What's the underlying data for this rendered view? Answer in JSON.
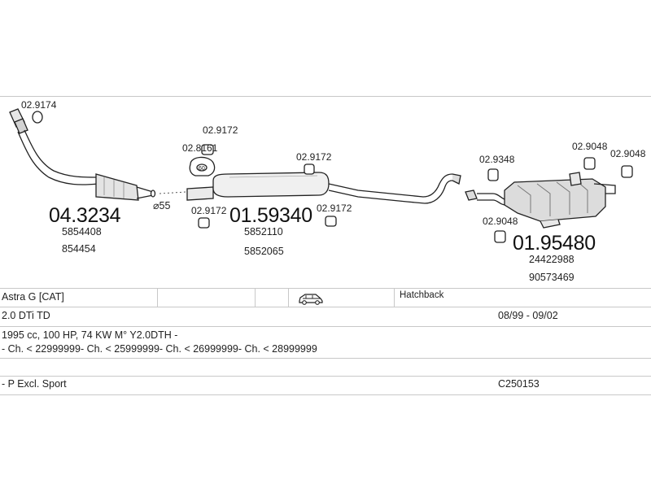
{
  "parts": {
    "clamp_top_left": "02.9174",
    "front_pipe": {
      "number": "04.3234",
      "refs": [
        "5854408",
        "854454"
      ]
    },
    "diameter": "⌀55",
    "clamp_a": "02.9172",
    "clamp_b": "02.8161",
    "clamp_c": "02.9172",
    "center_silencer": {
      "number": "01.59340",
      "refs": [
        "5852110",
        "5852065"
      ]
    },
    "clamp_d": "02.9172",
    "clamp_e": "02.9172",
    "clamp_f": "02.9348",
    "clamp_g": "02.9048",
    "clamp_h": "02.9048",
    "clamp_i": "02.9048",
    "rear_silencer": {
      "number": "01.95480",
      "refs": [
        "24422988",
        "90573469"
      ]
    },
    "bracket_label": "60"
  },
  "vehicle": {
    "model": "Astra G  [CAT]",
    "body_type": "Hatchback",
    "body_icon": "car-hatchback-icon",
    "engine": "2.0 DTi TD",
    "period": "08/99 - 09/02",
    "spec": "1995 cc, 100 HP, 74 KW M° Y2.0DTH -",
    "chassis": "- Ch. < 22999999- Ch. < 25999999- Ch. < 26999999- Ch. < 28999999",
    "variant": "- P Excl. Sport",
    "code": "C250153"
  }
}
